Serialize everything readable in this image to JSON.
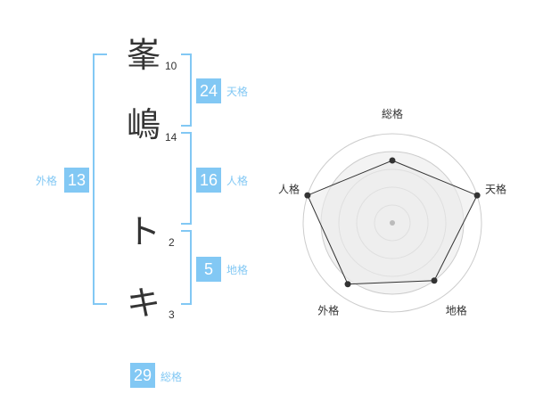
{
  "name_chars": [
    {
      "char": "峯",
      "strokes": "10"
    },
    {
      "char": "嶋",
      "strokes": "14"
    },
    {
      "char": "ト",
      "strokes": "2"
    },
    {
      "char": "キ",
      "strokes": "3"
    }
  ],
  "fortunes": {
    "tenkaku": {
      "value": "24",
      "label": "天格"
    },
    "jinkaku": {
      "value": "16",
      "label": "人格"
    },
    "chikaku": {
      "value": "5",
      "label": "地格"
    },
    "gaikaku": {
      "value": "13",
      "label": "外格"
    },
    "soukaku": {
      "value": "29",
      "label": "総格"
    }
  },
  "chart_data": {
    "type": "radar",
    "axes": [
      "総格",
      "天格",
      "地格",
      "外格",
      "人格"
    ],
    "values": [
      0.7,
      1.0,
      0.8,
      0.85,
      1.0
    ],
    "rings": 5,
    "colors": {
      "fill": "#efefef",
      "line": "#333333",
      "ring": "#cccccc",
      "bracket": "#82c8f4"
    }
  }
}
